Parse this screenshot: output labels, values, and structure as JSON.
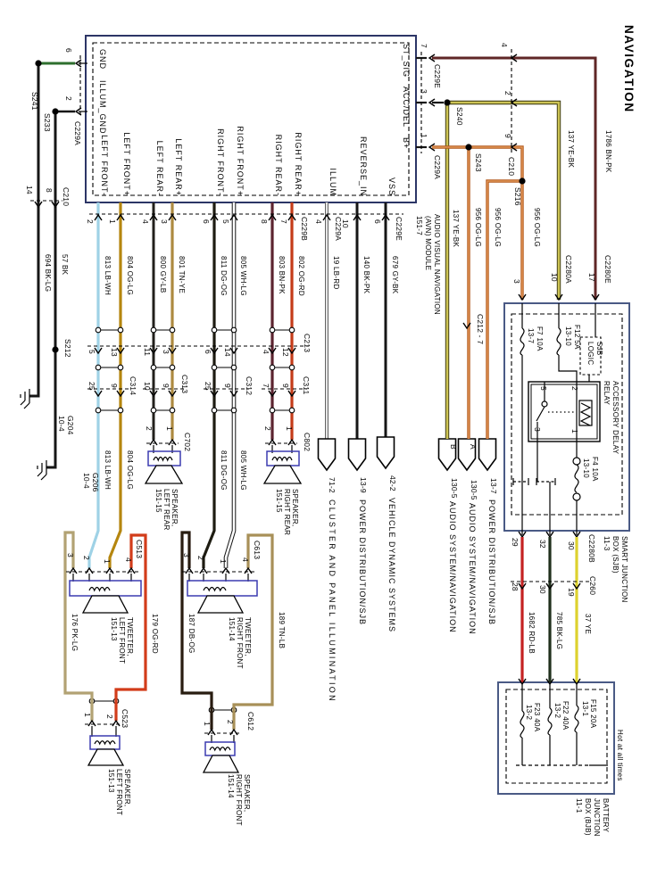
{
  "title": "NAVIGATION",
  "module": {
    "label_lines": [
      "AUDIO VISUAL NAVIGATION",
      "(AVN) MODULE",
      "151-7"
    ],
    "pins_left": [
      {
        "num": "6",
        "name": "GND"
      },
      {
        "num": "2",
        "name": "ILLUM_GND",
        "conn": "C229A"
      }
    ],
    "pins_right": [
      {
        "num": "7",
        "name": "ST_SIG",
        "conn": "C229E"
      },
      {
        "num": "3",
        "name": "ACC/DEL"
      },
      {
        "num": "1",
        "name": "B+",
        "conn": "C229A"
      }
    ],
    "pins_bottom": [
      {
        "num": "2",
        "name": "LEFT FRONT-"
      },
      {
        "num": "1",
        "name": "LEFT FRONT+"
      },
      {
        "num": "4",
        "name": "LEFT REAR-"
      },
      {
        "num": "3",
        "name": "LEFT REAR+"
      },
      {
        "num": "6",
        "name": "RIGHT FRONT-"
      },
      {
        "num": "5",
        "name": "RIGHT FRONT+"
      },
      {
        "num": "8",
        "name": "RIGHT REAR-"
      },
      {
        "num": "7",
        "name": "RIGHT REAR+",
        "conn": "C229B"
      },
      {
        "num": "4",
        "name": "ILLUM",
        "conn": "C229A"
      },
      {
        "num": "10",
        "name": "REVERSE_IN"
      },
      {
        "num": "6",
        "name": "VSS",
        "conn": "C229E"
      }
    ]
  },
  "splices": {
    "s241": "S241",
    "s233": "S233",
    "s212": "S212",
    "s240": "S240",
    "s243": "S243",
    "s216": "S216"
  },
  "grounds": {
    "g204": {
      "name": "G204",
      "ref": "10-4"
    },
    "g206": {
      "name": "G206",
      "ref": "10-4"
    }
  },
  "connectors": {
    "c210_left": "C210",
    "c210_right": "C210",
    "c213": "C213",
    "c314": "C314",
    "c313": "C313",
    "c312": "C312",
    "c311": "C311",
    "c702": "C702",
    "c802": "C802",
    "c513": "C513",
    "c613": "C613",
    "c523": "C523",
    "c612": "C612",
    "c212": "C212 - 7",
    "c2280a": "C2280A",
    "c2280e": "C2280E",
    "c2280b": "C2280B",
    "c260": "C260"
  },
  "c210_left_pins": [
    "14",
    "8"
  ],
  "c210_right_pins": [
    "4",
    "2",
    "9"
  ],
  "c213_pins": [
    "5",
    "13",
    "11",
    "3",
    "6",
    "14",
    "4",
    "12"
  ],
  "row2_pins": [
    "25",
    "9",
    "10",
    "9",
    "25",
    "9",
    "7",
    "9"
  ],
  "c702_pins": [
    "2",
    "1"
  ],
  "c802_pins": [
    "2",
    "1"
  ],
  "c513_pins": [
    "3",
    "2",
    "1",
    "4"
  ],
  "c613_pins": [
    "3",
    "2",
    "1",
    "4"
  ],
  "c523_pins": [
    "1",
    "2"
  ],
  "c612_pins": [
    "1",
    "2"
  ],
  "wires": {
    "w813": "813  LB-WH",
    "w804": "804  OG-LG",
    "w800": "800  GY-LB",
    "w801": "801  TN-YE",
    "w811": "811  DG-OG",
    "w805": "805  WH-LG",
    "w803": "803  BN-PK",
    "w802": "802  OG-RD",
    "w19": "19  LB-RD",
    "w140": "140  BK-PK",
    "w679": "679  GY-BK",
    "w694": "694  BK-LG",
    "w57": "57  BK",
    "w137": "137  YE-BK",
    "w956": "956  OG-LG",
    "w1786": "1786  BN-PK",
    "w176": "176  PK-LG",
    "w179": "179  OG-RD",
    "w187": "187  DB-OG",
    "w189": "189  TN-LB",
    "w1682": "1682  RD-LB",
    "w785": "785  BK-LG",
    "w37": "37  YE"
  },
  "speakers": {
    "left_rear": [
      "SPEAKER,",
      "LEFT REAR",
      "151-15"
    ],
    "right_rear": [
      "SPEAKER,",
      "RIGHT REAR",
      "151-15"
    ],
    "tw_left": [
      "TWEETER,",
      "LEFT FRONT",
      "151-13"
    ],
    "tw_right": [
      "TWEETER,",
      "RIGHT FRONT",
      "151-14"
    ],
    "sp_lf": [
      "SPEAKER,",
      "LEFT FRONT",
      "151-13"
    ],
    "sp_rf": [
      "SPEAKER,",
      "RIGHT FRONT",
      "151-14"
    ]
  },
  "offpage": [
    {
      "ref": "71-2",
      "dest": "CLUSTER AND PANEL ILLUMINATION"
    },
    {
      "ref": "13-9",
      "dest": "POWER DISTRIBUTION/SJB"
    },
    {
      "ref": "42-2",
      "dest": "VEHICLE DYNAMIC SYSTEMS"
    },
    {
      "letter": "B",
      "ref": "130-5",
      "dest": "AUDIO SYSTEM/NAVIGATION"
    },
    {
      "letter": "A",
      "ref": "130-5",
      "dest": "AUDIO SYSTEM/NAVIGATION"
    },
    {
      "ref": "13-7",
      "dest": "POWER DISTRIBUTION/SJB"
    }
  ],
  "sjb": {
    "label_lines": [
      "SMART JUNCTION",
      "BOX (SJB)",
      "11-3"
    ],
    "entry_pins": [
      "3",
      "10",
      "17"
    ],
    "exit_pins": [
      "29",
      "32",
      "30"
    ],
    "c260_pins": [
      "28",
      "30",
      "19"
    ],
    "logic_lines": [
      "SJB",
      "LOGIC"
    ],
    "relay": {
      "label_lines": [
        "ACCESSORY DELAY",
        "RELAY"
      ],
      "pins": [
        "5",
        "2",
        "3",
        "1"
      ]
    },
    "fuses": [
      {
        "l1": "F7  10A",
        "l2": "13-7"
      },
      {
        "l1": "F12  5A",
        "l2": "13-10"
      },
      {
        "l1": "F4  10A",
        "l2": "13-10"
      }
    ]
  },
  "bjb": {
    "label_lines": [
      "BATTERY",
      "JUNCTION",
      "BOX (BJB)",
      "11-1"
    ],
    "hot": "Hot at all times",
    "fuses": [
      {
        "l1": "F23  40A",
        "l2": "13-2"
      },
      {
        "l1": "F22  40A",
        "l2": "13-2"
      },
      {
        "l1": "F15  20A",
        "l2": "13-1"
      }
    ]
  },
  "colors": {
    "wire_813": "#9fd2e6",
    "wire_804": "#b5860f",
    "wire_801": "#ad8a40",
    "wire_803": "#5c2430",
    "wire_802": "#c43b18",
    "wire_137": "#cdc455",
    "wire_956": "#b45a1e",
    "wire_1786": "#5f2626",
    "wire_1682": "#c42222",
    "wire_37": "#ddd12f",
    "wire_176": "#b2a273",
    "wire_179": "#d23c1a",
    "wire_189": "#a89058",
    "box_navy": "#3b3bb0",
    "box_slate": "#4a5a85",
    "module_border": "#2c3566"
  }
}
